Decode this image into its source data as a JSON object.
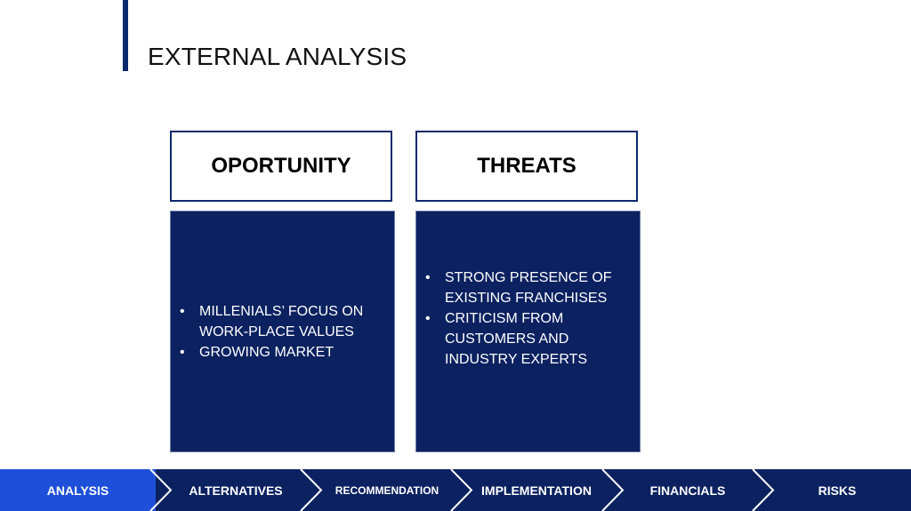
{
  "slide": {
    "title": "EXTERNAL ANALYSIS"
  },
  "columns": [
    {
      "header": "OPORTUNITY",
      "items": [
        "MILLENIALS’ FOCUS ON WORK-PLACE VALUES",
        "GROWING MARKET"
      ]
    },
    {
      "header": "THREATS",
      "items": [
        "STRONG PRESENCE OF EXISTING FRANCHISES",
        "CRITICISM FROM CUSTOMERS AND INDUSTRY EXPERTS"
      ]
    }
  ],
  "nav": {
    "items": [
      "ANALYSIS",
      "ALTERNATIVES",
      "RECOMMENDATION",
      "IMPLEMENTATION",
      "FINANCIALS",
      "RISKS"
    ],
    "active": "ANALYSIS"
  },
  "colors": {
    "navy": "#0b2160",
    "accent_blue": "#1e4fd8",
    "border": "#0b2a6b"
  }
}
